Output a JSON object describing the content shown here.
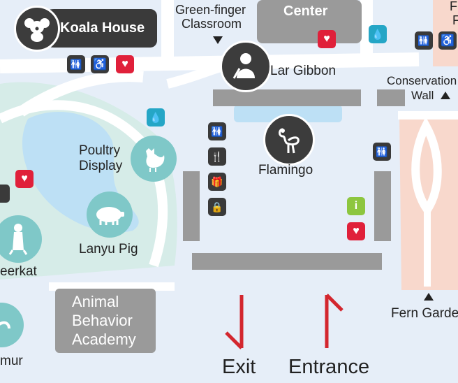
{
  "colors": {
    "background": "#e6eef8",
    "path": "#ffffff",
    "green_area": "#d6ece8",
    "water": "#bde0f5",
    "building_gray": "#9a9a9a",
    "wall_gray": "#9a9a9a",
    "dark_badge": "#3a3a3a",
    "red_badge": "#e0203a",
    "teal_badge": "#25a6c6",
    "green_badge": "#8dc63f",
    "salmon_area": "#f8d8cc",
    "arrow_red": "#d3262e"
  },
  "places": {
    "koala_house": "Koala House",
    "green_finger_1": "Green-finger",
    "green_finger_2": "Classroom",
    "center": "Center",
    "lar_gibbon": "Lar Gibbon",
    "conservation_1": "Conservation",
    "conservation_2": "Wall",
    "poultry_1": "Poultry",
    "poultry_2": "Display",
    "flamingo": "Flamingo",
    "lanyu_pig": "Lanyu Pig",
    "meerkat": "eerkat",
    "animal_behavior_1": "Animal",
    "animal_behavior_2": "Behavior",
    "animal_behavior_3": "Academy",
    "fern_garden": "Fern Garde",
    "lemur": "mur",
    "top_right_1": "F",
    "top_right_2": "F"
  },
  "exits": {
    "exit": "Exit",
    "entrance": "Entrance"
  },
  "icons": {
    "restroom": "restroom-icon",
    "accessible": "accessible-icon",
    "aed": "aed-heart-icon",
    "water": "water-drop-icon",
    "restaurant": "restaurant-icon",
    "gift": "gift-shop-icon",
    "locker": "locker-icon",
    "info": "info-icon"
  }
}
